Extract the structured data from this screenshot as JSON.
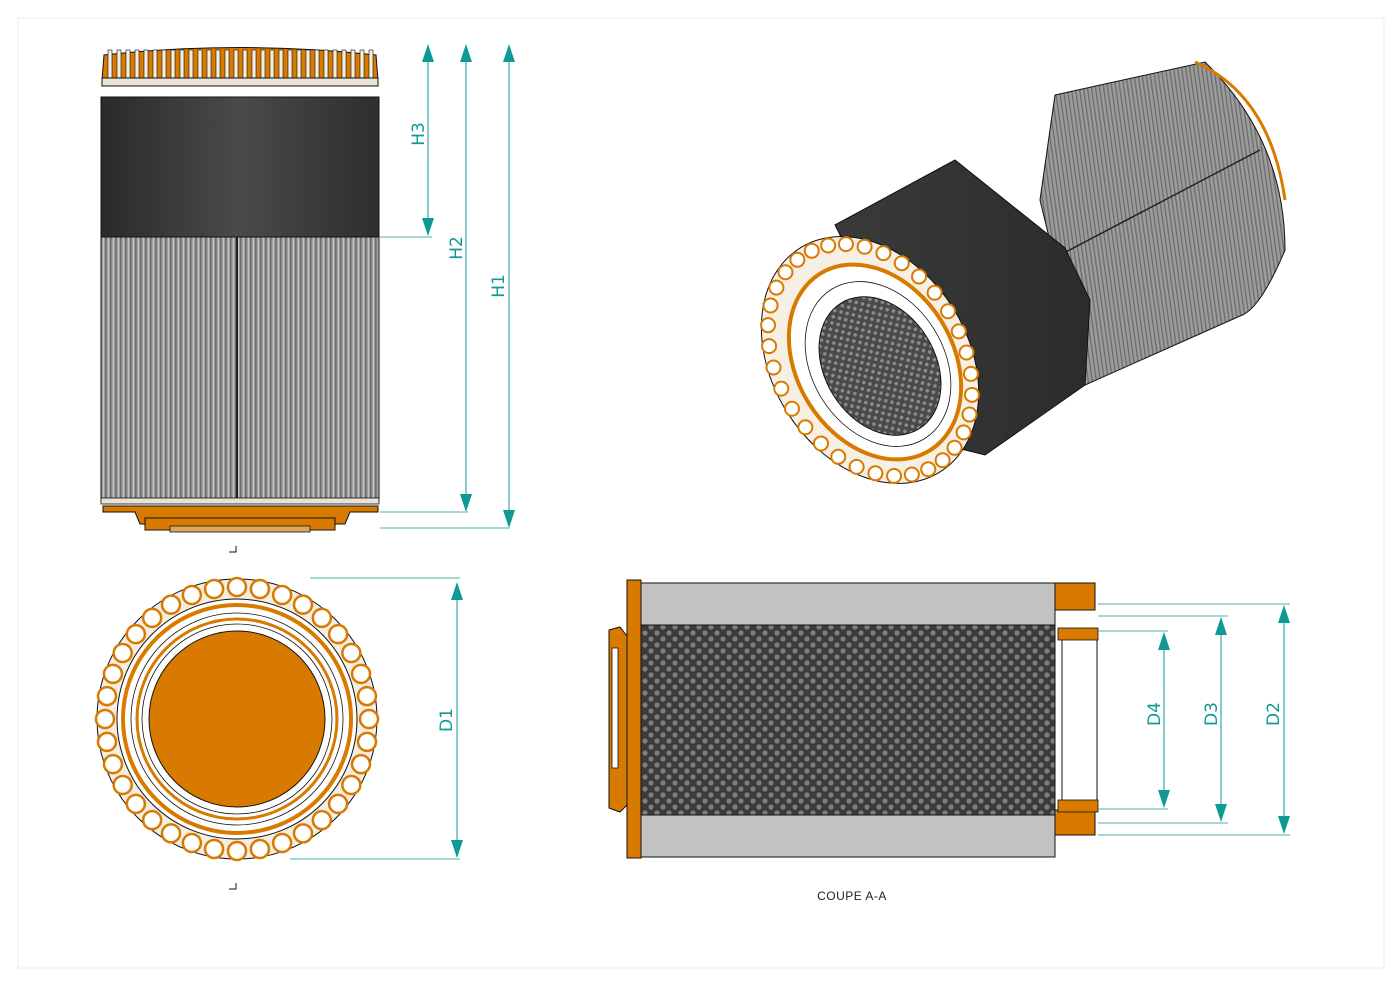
{
  "colors": {
    "orange": "#d97a00",
    "dark_band": "#3e3e3e",
    "pleat_light": "#a9a9a9",
    "pleat_dark": "#7a7a7a",
    "dimension": "#0f9a95",
    "outline": "#111111",
    "section_gray": "#c2c2c2"
  },
  "dimensions": {
    "h1": "H1",
    "h2": "H2",
    "h3": "H3",
    "d1": "D1",
    "d2": "D2",
    "d3": "D3",
    "d4": "D4"
  },
  "section": {
    "caption": "COUPE A-A"
  }
}
